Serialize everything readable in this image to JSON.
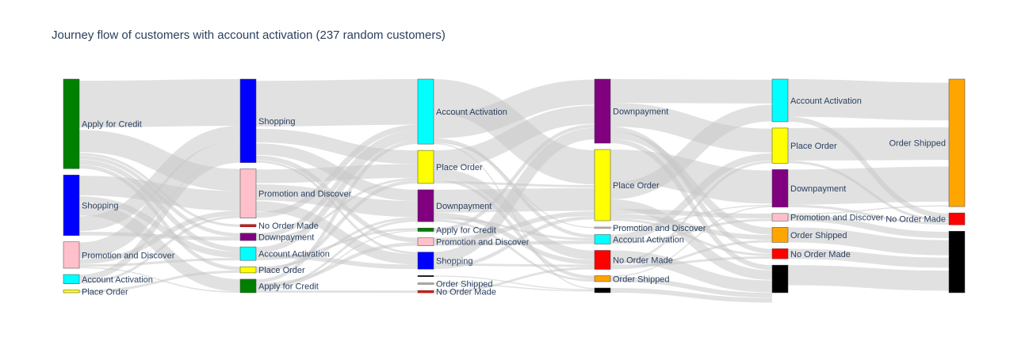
{
  "chart_data": {
    "type": "sankey",
    "title": "Journey flow of customers with account activation (237 random customers)",
    "link_color": "#c8c8c8",
    "columns": [
      {
        "step": 1,
        "nodes": [
          {
            "id": "s1_apply",
            "label": "Apply for Credit",
            "value": 68,
            "color": "#008000"
          },
          {
            "id": "s1_shopping",
            "label": "Shopping",
            "value": 46,
            "color": "#0000ff"
          },
          {
            "id": "s1_promo",
            "label": "Promotion and Discover",
            "value": 20,
            "color": "#ffc0cb"
          },
          {
            "id": "s1_activation",
            "label": "Account Activation",
            "value": 7,
            "color": "#00ffff"
          },
          {
            "id": "s1_order",
            "label": "Place Order",
            "value": 2,
            "color": "#ffff00"
          }
        ]
      },
      {
        "step": 2,
        "nodes": [
          {
            "id": "s2_shopping",
            "label": "Shopping",
            "value": 68,
            "color": "#0000ff"
          },
          {
            "id": "s2_promo",
            "label": "Promotion and Discover",
            "value": 40,
            "color": "#ffc0cb"
          },
          {
            "id": "s2_noorder",
            "label": "No Order Made",
            "value": 2,
            "color": "#ff0000"
          },
          {
            "id": "s2_down",
            "label": "Downpayment",
            "value": 6,
            "color": "#800080"
          },
          {
            "id": "s2_activation",
            "label": "Account Activation",
            "value": 11,
            "color": "#00ffff"
          },
          {
            "id": "s2_order",
            "label": "Place Order",
            "value": 5,
            "color": "#ffff00"
          },
          {
            "id": "s2_apply",
            "label": "Apply for Credit",
            "value": 11,
            "color": "#008000"
          }
        ]
      },
      {
        "step": 3,
        "nodes": [
          {
            "id": "s3_activation",
            "label": "Account Activation",
            "value": 57,
            "color": "#00ffff"
          },
          {
            "id": "s3_order",
            "label": "Place Order",
            "value": 29,
            "color": "#ffff00"
          },
          {
            "id": "s3_down",
            "label": "Downpayment",
            "value": 28,
            "color": "#800080"
          },
          {
            "id": "s3_apply",
            "label": "Apply for Credit",
            "value": 3,
            "color": "#008000"
          },
          {
            "id": "s3_promo",
            "label": "Promotion and Discover",
            "value": 7,
            "color": "#ffc0cb"
          },
          {
            "id": "s3_shopping",
            "label": "Shopping",
            "value": 15,
            "color": "#0000ff"
          },
          {
            "id": "s3_end",
            "label": "",
            "value": 1,
            "color": "#000000"
          },
          {
            "id": "s3_shipped",
            "label": "Order Shipped",
            "value": 1,
            "color": "#ffa500"
          },
          {
            "id": "s3_noorder",
            "label": "No Order Made",
            "value": 2,
            "color": "#ff0000"
          }
        ]
      },
      {
        "step": 4,
        "nodes": [
          {
            "id": "s4_down",
            "label": "Downpayment",
            "value": 54,
            "color": "#800080"
          },
          {
            "id": "s4_order",
            "label": "Place Order",
            "value": 60,
            "color": "#ffff00"
          },
          {
            "id": "s4_promo",
            "label": "Promotion and Discover",
            "value": 1,
            "color": "#ffc0cb"
          },
          {
            "id": "s4_activation",
            "label": "Account Activation",
            "value": 8,
            "color": "#00ffff"
          },
          {
            "id": "s4_noorder",
            "label": "No Order Made",
            "value": 16,
            "color": "#ff0000"
          },
          {
            "id": "s4_shipped",
            "label": "Order Shipped",
            "value": 5,
            "color": "#ffa500"
          },
          {
            "id": "s4_end",
            "label": "",
            "value": 4,
            "color": "#000000"
          }
        ]
      },
      {
        "step": 5,
        "nodes": [
          {
            "id": "s5_activation",
            "label": "Account Activation",
            "value": 34,
            "color": "#00ffff"
          },
          {
            "id": "s5_order",
            "label": "Place Order",
            "value": 28,
            "color": "#ffff00"
          },
          {
            "id": "s5_down",
            "label": "Downpayment",
            "value": 30,
            "color": "#800080"
          },
          {
            "id": "s5_promo",
            "label": "Promotion and Discover",
            "value": 6,
            "color": "#ffc0cb"
          },
          {
            "id": "s5_shipped",
            "label": "Order Shipped",
            "value": 12,
            "color": "#ffa500"
          },
          {
            "id": "s5_noorder",
            "label": "No Order Made",
            "value": 8,
            "color": "#ff0000"
          },
          {
            "id": "s5_end",
            "label": "",
            "value": 22,
            "color": "#000000"
          }
        ]
      },
      {
        "step": 6,
        "nodes": [
          {
            "id": "s6_shipped",
            "label": "Order Shipped",
            "value": 85,
            "color": "#ffa500"
          },
          {
            "id": "s6_noorder",
            "label": "No Order Made",
            "value": 8,
            "color": "#ff0000"
          },
          {
            "id": "s6_end",
            "label": "",
            "value": 41,
            "color": "#000000"
          }
        ]
      }
    ],
    "links": [
      {
        "source": "s1_apply",
        "target": "s2_shopping",
        "value": 38
      },
      {
        "source": "s1_apply",
        "target": "s2_promo",
        "value": 18
      },
      {
        "source": "s1_apply",
        "target": "s2_noorder",
        "value": 2
      },
      {
        "source": "s1_apply",
        "target": "s2_down",
        "value": 3
      },
      {
        "source": "s1_apply",
        "target": "s2_activation",
        "value": 4
      },
      {
        "source": "s1_apply",
        "target": "s2_order",
        "value": 3
      },
      {
        "source": "s1_shopping",
        "target": "s2_promo",
        "value": 16
      },
      {
        "source": "s1_shopping",
        "target": "s2_activation",
        "value": 5
      },
      {
        "source": "s1_shopping",
        "target": "s2_apply",
        "value": 10
      },
      {
        "source": "s1_shopping",
        "target": "s2_shopping",
        "value": 12
      },
      {
        "source": "s1_shopping",
        "target": "s2_down",
        "value": 3
      },
      {
        "source": "s1_promo",
        "target": "s2_shopping",
        "value": 13
      },
      {
        "source": "s1_promo",
        "target": "s2_promo",
        "value": 4
      },
      {
        "source": "s1_promo",
        "target": "s2_activation",
        "value": 2
      },
      {
        "source": "s1_promo",
        "target": "s2_apply",
        "value": 1
      },
      {
        "source": "s1_activation",
        "target": "s2_shopping",
        "value": 5
      },
      {
        "source": "s1_activation",
        "target": "s2_promo",
        "value": 2
      },
      {
        "source": "s1_order",
        "target": "s2_order",
        "value": 2
      },
      {
        "source": "s2_shopping",
        "target": "s3_activation",
        "value": 40
      },
      {
        "source": "s2_shopping",
        "target": "s3_order",
        "value": 12
      },
      {
        "source": "s2_shopping",
        "target": "s3_down",
        "value": 10
      },
      {
        "source": "s2_shopping",
        "target": "s3_promo",
        "value": 4
      },
      {
        "source": "s2_shopping",
        "target": "s3_shopping",
        "value": 2
      },
      {
        "source": "s2_promo",
        "target": "s3_order",
        "value": 12
      },
      {
        "source": "s2_promo",
        "target": "s3_down",
        "value": 14
      },
      {
        "source": "s2_promo",
        "target": "s3_shopping",
        "value": 9
      },
      {
        "source": "s2_promo",
        "target": "s3_activation",
        "value": 5
      },
      {
        "source": "s2_down",
        "target": "s3_activation",
        "value": 4
      },
      {
        "source": "s2_down",
        "target": "s3_order",
        "value": 2
      },
      {
        "source": "s2_activation",
        "target": "s3_activation",
        "value": 5
      },
      {
        "source": "s2_activation",
        "target": "s3_shopping",
        "value": 4
      },
      {
        "source": "s2_activation",
        "target": "s3_apply",
        "value": 2
      },
      {
        "source": "s2_order",
        "target": "s3_down",
        "value": 2
      },
      {
        "source": "s2_order",
        "target": "s3_order",
        "value": 3
      },
      {
        "source": "s2_apply",
        "target": "s3_activation",
        "value": 3
      },
      {
        "source": "s2_apply",
        "target": "s3_promo",
        "value": 3
      },
      {
        "source": "s2_apply",
        "target": "s3_down",
        "value": 2
      },
      {
        "source": "s2_apply",
        "target": "s3_apply",
        "value": 1
      },
      {
        "source": "s2_apply",
        "target": "s3_noorder",
        "value": 2
      },
      {
        "source": "s3_activation",
        "target": "s4_order",
        "value": 30
      },
      {
        "source": "s3_activation",
        "target": "s4_down",
        "value": 22
      },
      {
        "source": "s3_activation",
        "target": "s4_activation",
        "value": 3
      },
      {
        "source": "s3_activation",
        "target": "s4_promo",
        "value": 1
      },
      {
        "source": "s3_activation",
        "target": "s4_end",
        "value": 1
      },
      {
        "source": "s3_order",
        "target": "s4_down",
        "value": 16
      },
      {
        "source": "s3_order",
        "target": "s4_noorder",
        "value": 8
      },
      {
        "source": "s3_order",
        "target": "s4_shipped",
        "value": 3
      },
      {
        "source": "s3_order",
        "target": "s4_order",
        "value": 2
      },
      {
        "source": "s3_down",
        "target": "s4_order",
        "value": 20
      },
      {
        "source": "s3_down",
        "target": "s4_noorder",
        "value": 4
      },
      {
        "source": "s3_down",
        "target": "s4_activation",
        "value": 2
      },
      {
        "source": "s3_down",
        "target": "s4_shipped",
        "value": 2
      },
      {
        "source": "s3_apply",
        "target": "s4_down",
        "value": 3
      },
      {
        "source": "s3_promo",
        "target": "s4_order",
        "value": 4
      },
      {
        "source": "s3_promo",
        "target": "s4_activation",
        "value": 3
      },
      {
        "source": "s3_shopping",
        "target": "s4_down",
        "value": 10
      },
      {
        "source": "s3_shopping",
        "target": "s4_noorder",
        "value": 2
      },
      {
        "source": "s3_shopping",
        "target": "s4_order",
        "value": 3
      },
      {
        "source": "s3_end",
        "target": "s4_end",
        "value": 1
      },
      {
        "source": "s3_shipped",
        "target": "s4_end",
        "value": 1
      },
      {
        "source": "s3_noorder",
        "target": "s4_noorder",
        "value": 2
      },
      {
        "source": "s4_down",
        "target": "s5_activation",
        "value": 20
      },
      {
        "source": "s4_down",
        "target": "s5_order",
        "value": 20
      },
      {
        "source": "s4_down",
        "target": "s5_noorder",
        "value": 4
      },
      {
        "source": "s4_down",
        "target": "s5_shipped",
        "value": 6
      },
      {
        "source": "s4_down",
        "target": "s5_end",
        "value": 4
      },
      {
        "source": "s4_order",
        "target": "s5_down",
        "value": 28
      },
      {
        "source": "s4_order",
        "target": "s5_activation",
        "value": 14
      },
      {
        "source": "s4_order",
        "target": "s5_end",
        "value": 8
      },
      {
        "source": "s4_order",
        "target": "s5_promo",
        "value": 4
      },
      {
        "source": "s4_order",
        "target": "s5_shipped",
        "value": 4
      },
      {
        "source": "s4_order",
        "target": "s5_noorder",
        "value": 2
      },
      {
        "source": "s4_promo",
        "target": "s5_down",
        "value": 1
      },
      {
        "source": "s4_activation",
        "target": "s5_order",
        "value": 6
      },
      {
        "source": "s4_activation",
        "target": "s5_promo",
        "value": 2
      },
      {
        "source": "s4_noorder",
        "target": "s5_end",
        "value": 10
      },
      {
        "source": "s4_noorder",
        "target": "s5_order",
        "value": 2
      },
      {
        "source": "s4_noorder",
        "target": "s5_noorder",
        "value": 2
      },
      {
        "source": "s4_noorder",
        "target": "s5_shipped",
        "value": 2
      },
      {
        "source": "s4_shipped",
        "target": "s5_down",
        "value": 1
      },
      {
        "source": "s4_shipped",
        "target": "s5_end",
        "value": 4
      },
      {
        "source": "s4_end",
        "target": "s5_end",
        "value": 4
      },
      {
        "source": "s5_activation",
        "target": "s6_shipped",
        "value": 30
      },
      {
        "source": "s5_activation",
        "target": "s6_noorder",
        "value": 4
      },
      {
        "source": "s5_order",
        "target": "s6_shipped",
        "value": 26
      },
      {
        "source": "s5_order",
        "target": "s6_noorder",
        "value": 2
      },
      {
        "source": "s5_down",
        "target": "s6_shipped",
        "value": 28
      },
      {
        "source": "s5_down",
        "target": "s6_noorder",
        "value": 2
      },
      {
        "source": "s5_promo",
        "target": "s6_shipped",
        "value": 1
      },
      {
        "source": "s5_promo",
        "target": "s6_end",
        "value": 5
      },
      {
        "source": "s5_shipped",
        "target": "s6_end",
        "value": 12
      },
      {
        "source": "s5_noorder",
        "target": "s6_end",
        "value": 8
      },
      {
        "source": "s5_end",
        "target": "s6_end",
        "value": 16
      }
    ]
  }
}
